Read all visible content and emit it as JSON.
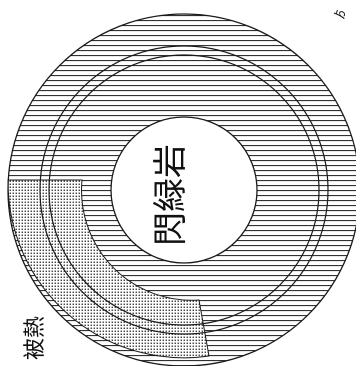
{
  "figure": {
    "center_label": "閃緑岩",
    "heated_label": "被熱",
    "corner_mark": "ゟ",
    "colors": {
      "ink": "#1a1a1a",
      "background": "#ffffff"
    }
  }
}
